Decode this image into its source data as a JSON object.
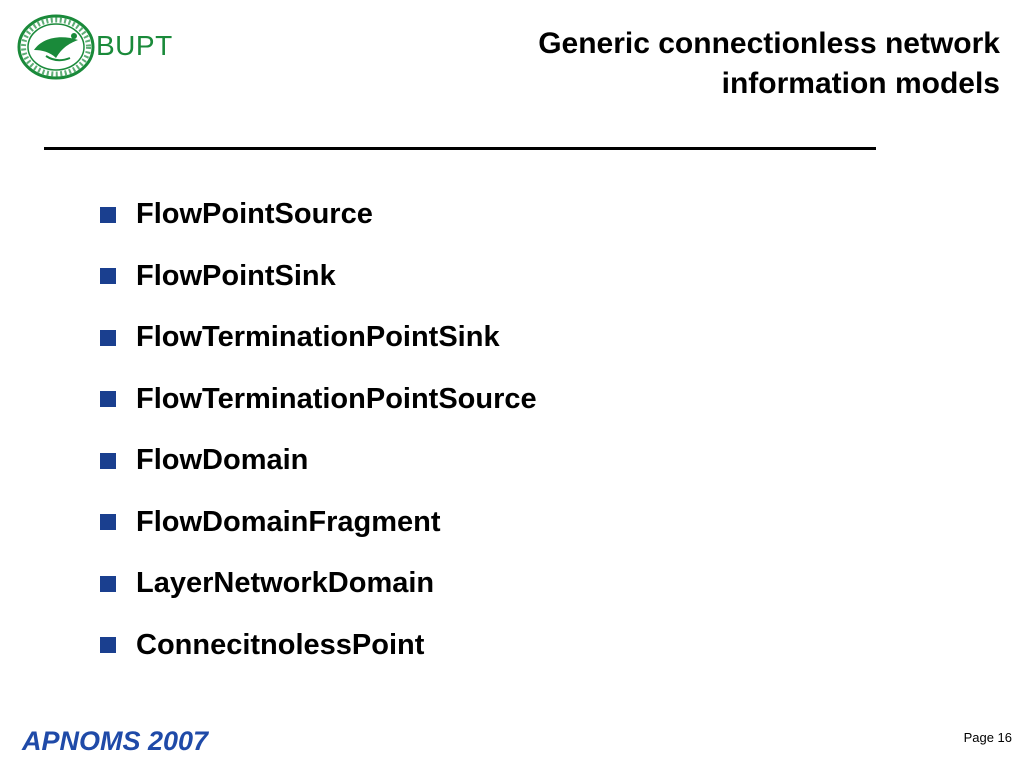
{
  "header": {
    "logo_text": "BUPT",
    "brand_color": "#1a8a3a",
    "title_line1": "Generic connectionless network",
    "title_line2": "information models"
  },
  "bullets": {
    "marker_color": "#1a3f8f",
    "items": [
      {
        "label": "FlowPointSource"
      },
      {
        "label": "FlowPointSink"
      },
      {
        "label": "FlowTerminationPointSink"
      },
      {
        "label": "FlowTerminationPointSource"
      },
      {
        "label": "FlowDomain"
      },
      {
        "label": "FlowDomainFragment"
      },
      {
        "label": "LayerNetworkDomain"
      },
      {
        "label": "ConnecitnolessPoint"
      }
    ]
  },
  "footer": {
    "conference": "APNOMS 2007",
    "conference_color": "#1f4aa8",
    "page_label": "Page 16"
  }
}
